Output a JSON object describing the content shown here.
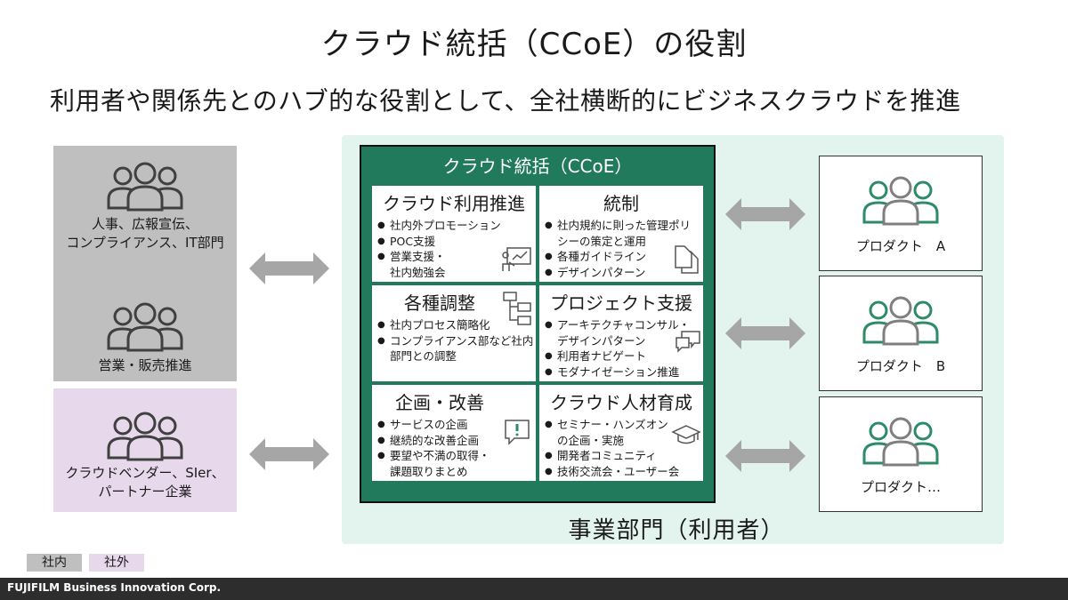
{
  "title": "クラウド統括（CCoE）の役割",
  "subtitle": "利用者や関係先とのハブ的な役割として、全社横断的にビジネスクラウドを推進",
  "left_groups": {
    "internal_1": "人事、広報宣伝、\nコンプライアンス、IT部門",
    "internal_2": "営業・販売推進",
    "external": "クラウドベンダー、SIer、\nパートナー企業"
  },
  "ccoe": {
    "title": "クラウド統括（CCoE）",
    "cells": [
      {
        "title": "クラウド利用推進",
        "items": [
          "社内外プロモーション",
          "POC支援",
          "営業支援・",
          "社内勉強会"
        ],
        "icon": "presentation-chart-icon"
      },
      {
        "title": "統制",
        "items": [
          "社内規約に則った管理ポリ",
          "シーの策定と運用",
          "各種ガイドライン",
          "デザインパターン"
        ],
        "icon": "documents-icon"
      },
      {
        "title": "各種調整",
        "items": [
          "社内プロセス簡略化",
          "コンプライアンス部など社内",
          "部門との調整"
        ],
        "icon": "hierarchy-icon"
      },
      {
        "title": "プロジェクト支援",
        "items": [
          "アーキテクチャコンサル・",
          "デザインパターン",
          "利用者ナビゲート",
          "モダナイゼーション推進"
        ],
        "icon": "chat-bubbles-icon"
      },
      {
        "title": "企画・改善",
        "items": [
          "サービスの企画",
          "継続的な改善企画",
          "要望や不満の取得・",
          "課題取りまとめ"
        ],
        "icon": "alert-message-icon"
      },
      {
        "title": "クラウド人材育成",
        "items": [
          "セミナー・ハンズオン",
          "の企画・実施",
          "開発者コミュニティ",
          "技術交流会・ユーザー会"
        ],
        "icon": "graduation-cap-icon"
      }
    ]
  },
  "products": [
    "プロダクト　A",
    "プロダクト　B",
    "プロダクト…"
  ],
  "business_label": "事業部門（利用者）",
  "legend": {
    "internal": "社内",
    "external": "社外"
  },
  "footer": "FUJIFILM Business Innovation Corp.",
  "colors": {
    "ccoe_green": "#217a5b",
    "biz_bg": "#e3f3ee",
    "internal_gray": "#bfbfbf",
    "external_purple": "#e8d8ec",
    "arrow_gray": "#a6a6a6",
    "people_green": "#2e8b67",
    "people_gray": "#7f7f7f"
  }
}
